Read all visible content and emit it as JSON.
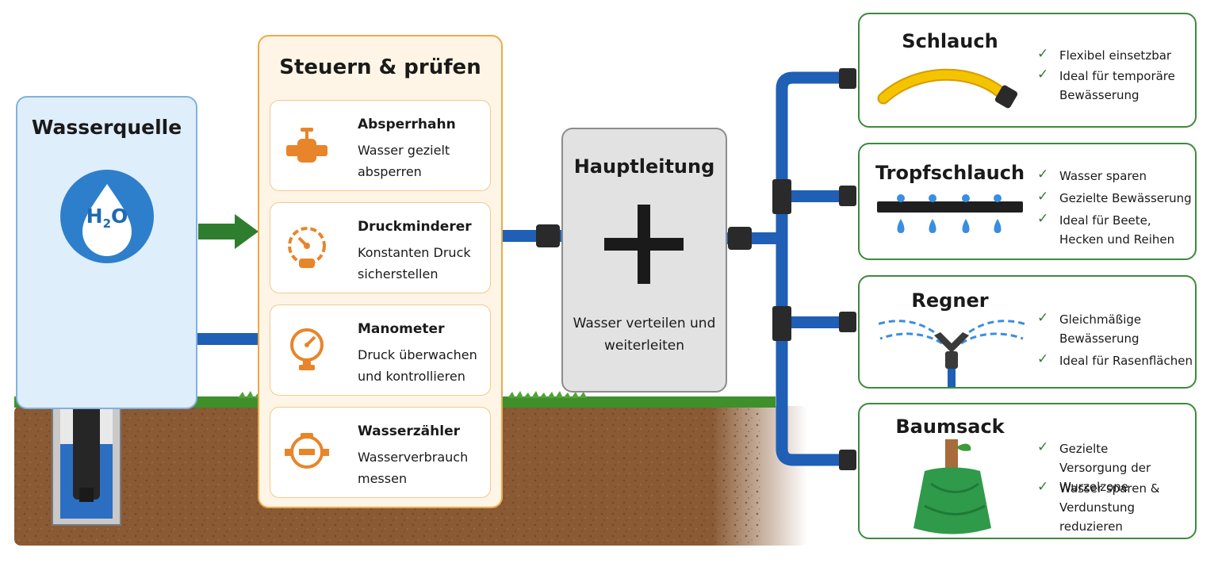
{
  "source": {
    "title": "Wasserquelle",
    "badge_main": "H",
    "badge_sub": "2",
    "badge_tail": "O"
  },
  "control": {
    "title": "Steuern & prüfen",
    "items": [
      {
        "title": "Absperrhahn",
        "desc": "Wasser gezielt absperren",
        "icon": "valve-icon"
      },
      {
        "title": "Druckminderer",
        "desc": "Konstanten Druck sicherstellen",
        "icon": "pressure-reducer-icon"
      },
      {
        "title": "Manometer",
        "desc": "Druck überwachen und kontrollieren",
        "icon": "manometer-icon"
      },
      {
        "title": "Wasserzähler",
        "desc": "Wasserverbrauch messen",
        "icon": "water-meter-icon"
      }
    ]
  },
  "main": {
    "title": "Hauptleitung",
    "desc": "Wasser verteilen und weiterleiten"
  },
  "outlets": [
    {
      "title": "Schlauch",
      "features": [
        "Flexibel einsetzbar",
        "Ideal für temporäre Bewässerung"
      ]
    },
    {
      "title": "Tropfschlauch",
      "features": [
        "Wasser sparen",
        "Gezielte Bewässerung",
        "Ideal für Beete, Hecken und Reihen"
      ]
    },
    {
      "title": "Regner",
      "features": [
        "Gleichmäßige Bewässerung",
        "Ideal für Rasenflächen"
      ]
    },
    {
      "title": "Baumsack",
      "features": [
        "Gezielte Versorgung der Wurzelzone",
        "Wasser sparen & Verdunstung reduzieren"
      ]
    }
  ],
  "colors": {
    "pipe": "#1f5fb5",
    "accent_orange": "#e8852a",
    "accent_green": "#2f7d2f",
    "soil": "#8a5a34",
    "grass": "#3f8f2a"
  }
}
